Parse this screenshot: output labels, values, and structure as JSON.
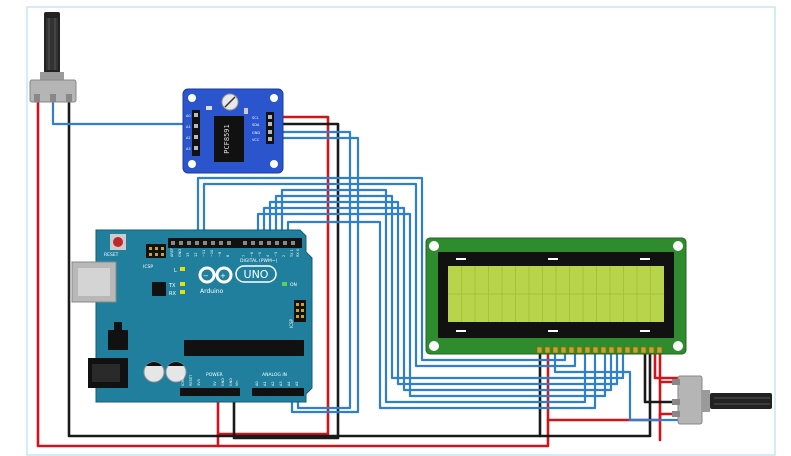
{
  "colors": {
    "wire_power": "#d0141c",
    "wire_ground": "#1a1a1a",
    "wire_signal": "#2f7fd0",
    "board_arduino": "#1f7f9d",
    "board_pcf": "#2a55cc",
    "board_lcd": "#2e8b2e",
    "lcd_screen": "#b8d44a",
    "frame": "#a9dbe8"
  },
  "icons": [
    "potentiometer-icon",
    "reset-button-icon",
    "infinity-logo-icon",
    "usb-port-icon",
    "barrel-jack-icon"
  ],
  "arduino": {
    "brand": "Arduino",
    "model": "UNO",
    "reset_label": "RESET",
    "icsp_label": "ICSP",
    "icsp2_label": "ICSP",
    "digital_label": "DIGITAL (PWM~)",
    "power_label": "POWER",
    "analog_label": "ANALOG IN",
    "led_l": "L",
    "led_tx": "TX",
    "led_rx": "RX",
    "on_label": "ON",
    "top_pins": [
      "AREF",
      "GND",
      "13",
      "12",
      "~11",
      "~10",
      "~9",
      "8",
      "7",
      "~6",
      "~5",
      "4",
      "~3",
      "2",
      "TX 1",
      "RX 0"
    ],
    "power_pins": [
      "IOREF",
      "RESET",
      "3V3",
      "5V",
      "GND",
      "GND",
      "Vin"
    ],
    "analog_pins": [
      "A0",
      "A1",
      "A2",
      "A3",
      "A4",
      "A5"
    ]
  },
  "pcf": {
    "chip_label": "PCF8591",
    "left_pins": [
      "A0",
      "A1",
      "A2",
      "A3"
    ],
    "right_pins": [
      "SCL",
      "SDA",
      "GND",
      "VCC"
    ]
  }
}
